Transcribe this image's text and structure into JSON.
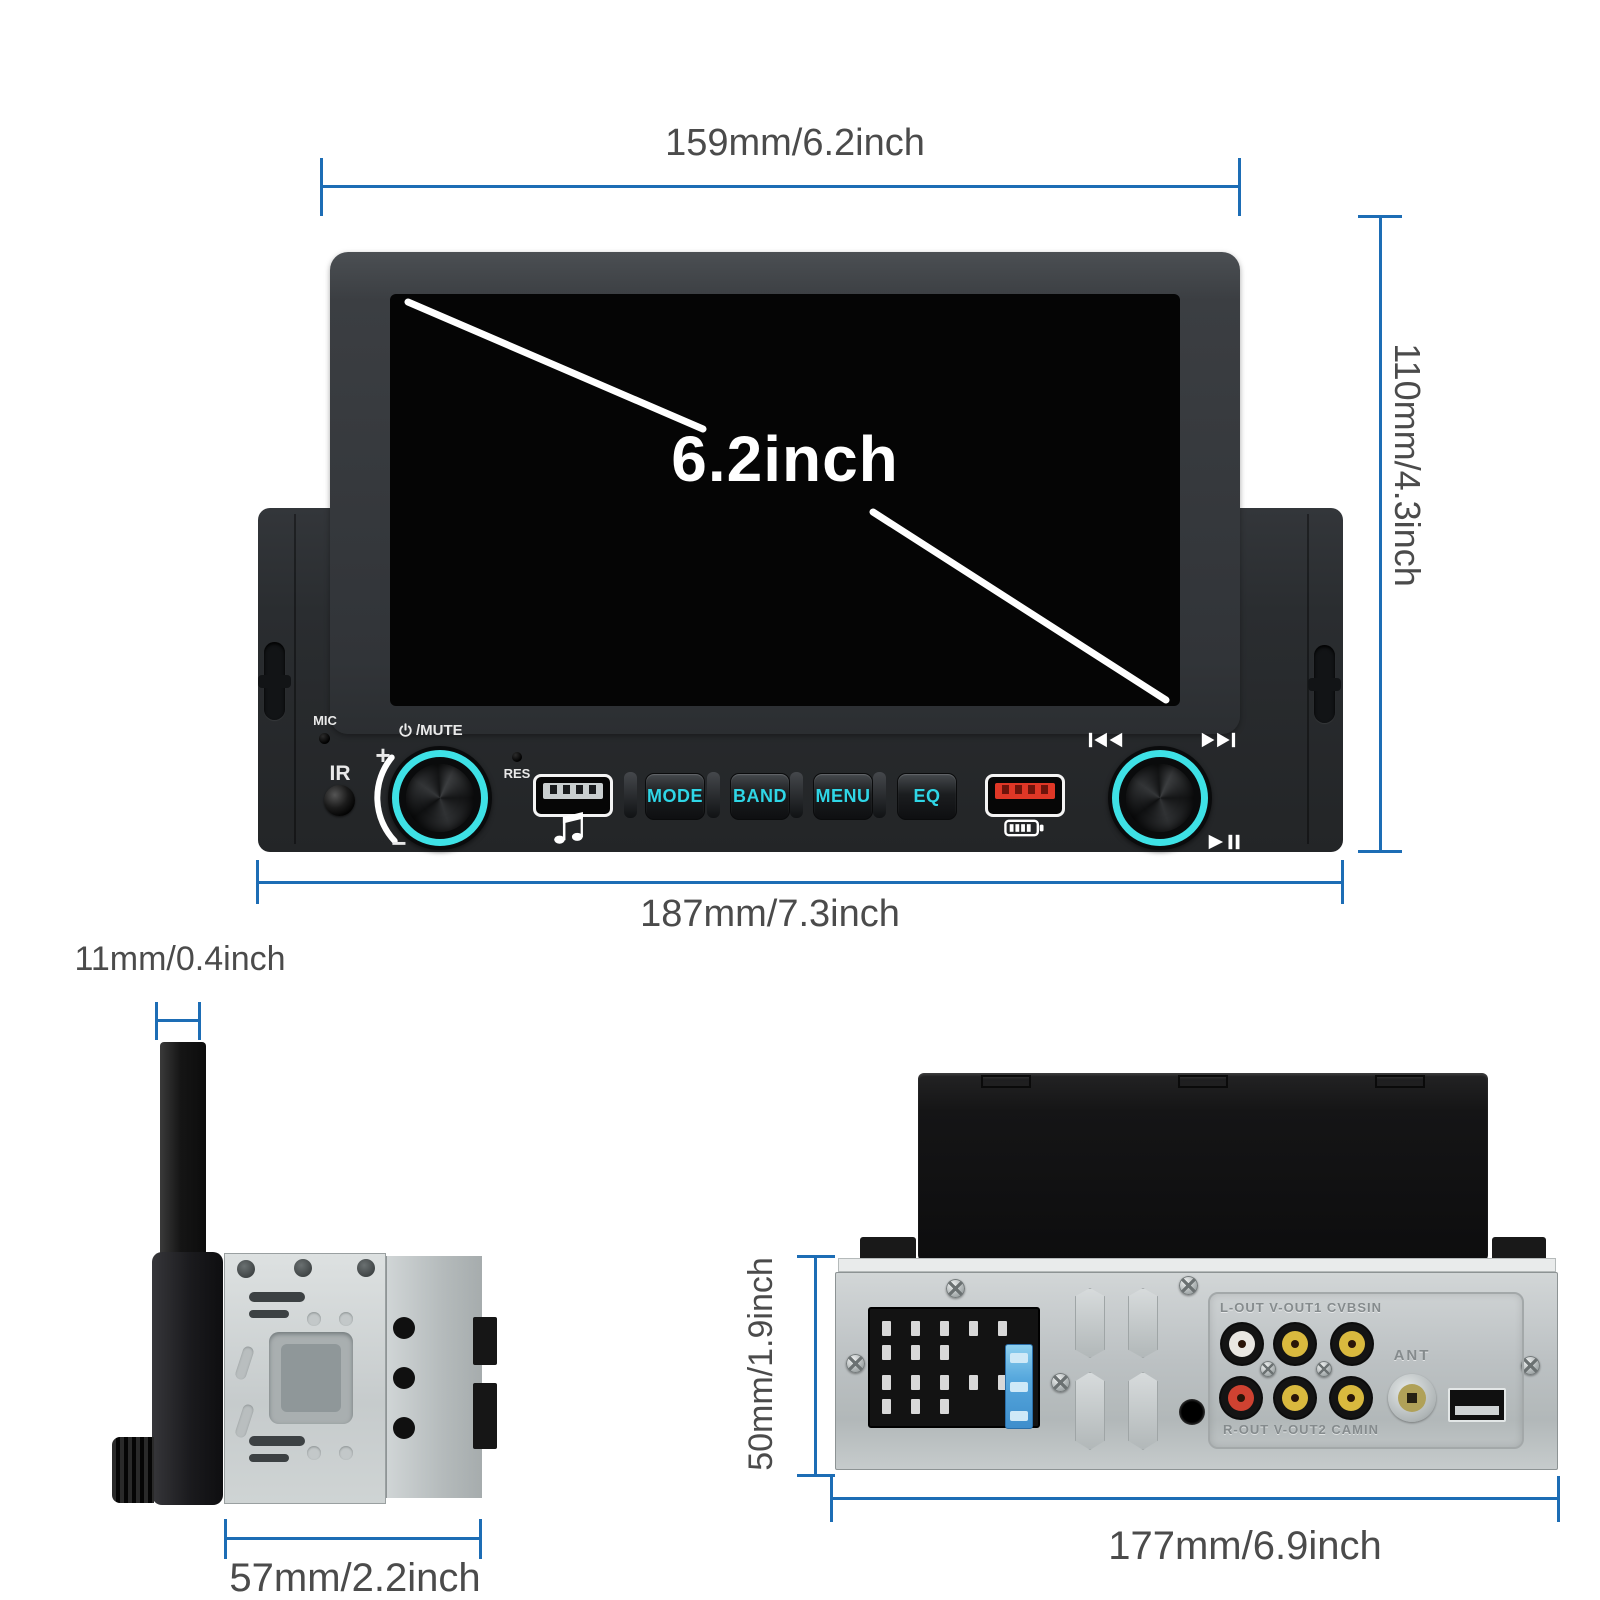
{
  "front": {
    "dim_top": {
      "label": "159mm/6.2inch"
    },
    "dim_right": {
      "label": "110mm/4.3inch"
    },
    "dim_bottom": {
      "label": "187mm/7.3inch"
    },
    "screen_size_label": "6.2inch",
    "panel": {
      "mic_label": "MIC",
      "ir_label": "IR",
      "power_mute_label": "/MUTE",
      "volume_plus": "+",
      "volume_minus": "−",
      "reset_label": "RES",
      "buttons": [
        {
          "label": "MODE"
        },
        {
          "label": "BAND"
        },
        {
          "label": "MENU"
        },
        {
          "label": "EQ"
        }
      ]
    }
  },
  "side": {
    "dim_top": {
      "label": "11mm/0.4inch"
    },
    "dim_bottom": {
      "label": "57mm/2.2inch"
    }
  },
  "rear": {
    "dim_left": {
      "label": "50mm/1.9inch"
    },
    "dim_bottom": {
      "label": "177mm/6.9inch"
    },
    "jack_labels_top": "L-OUT  V-OUT1  CVBSIN",
    "jack_labels_bottom": "R-OUT  V-OUT2  CAMIN",
    "antenna_label": "ANT"
  },
  "icons": {
    "power": "power symbol",
    "music_note": "♫",
    "battery": "battery gauge",
    "prev_track": "⏮",
    "next_track": "⏭",
    "play_pause": "⏯"
  },
  "colors": {
    "dimension_blue": "#1d6db5",
    "dimension_text": "#4b4b4b",
    "knob_ring_cyan": "#3ee1e6",
    "button_text_cyan": "#2fd6e6",
    "usb_red": "#df3726"
  }
}
